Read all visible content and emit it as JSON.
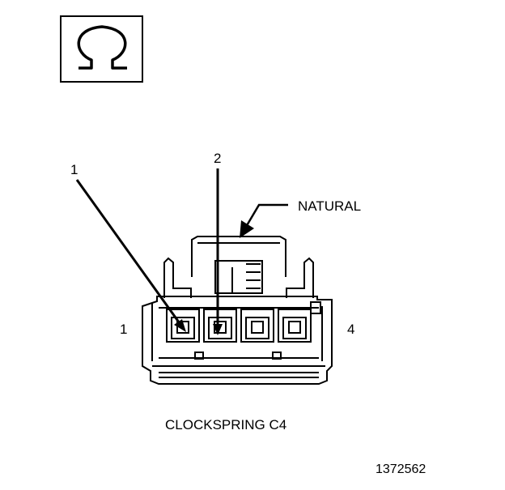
{
  "diagram": {
    "symbol": {
      "glyph": "Ω",
      "meaning": "ohm-icon"
    },
    "callouts": {
      "pin_1": "1",
      "pin_2": "2",
      "left_end": "1",
      "right_end": "4"
    },
    "color_label": "NATURAL",
    "connector_name": "CLOCKSPRING C4",
    "figure_number": "1372562",
    "colors": {
      "ink": "#000000",
      "paper": "#ffffff"
    }
  }
}
